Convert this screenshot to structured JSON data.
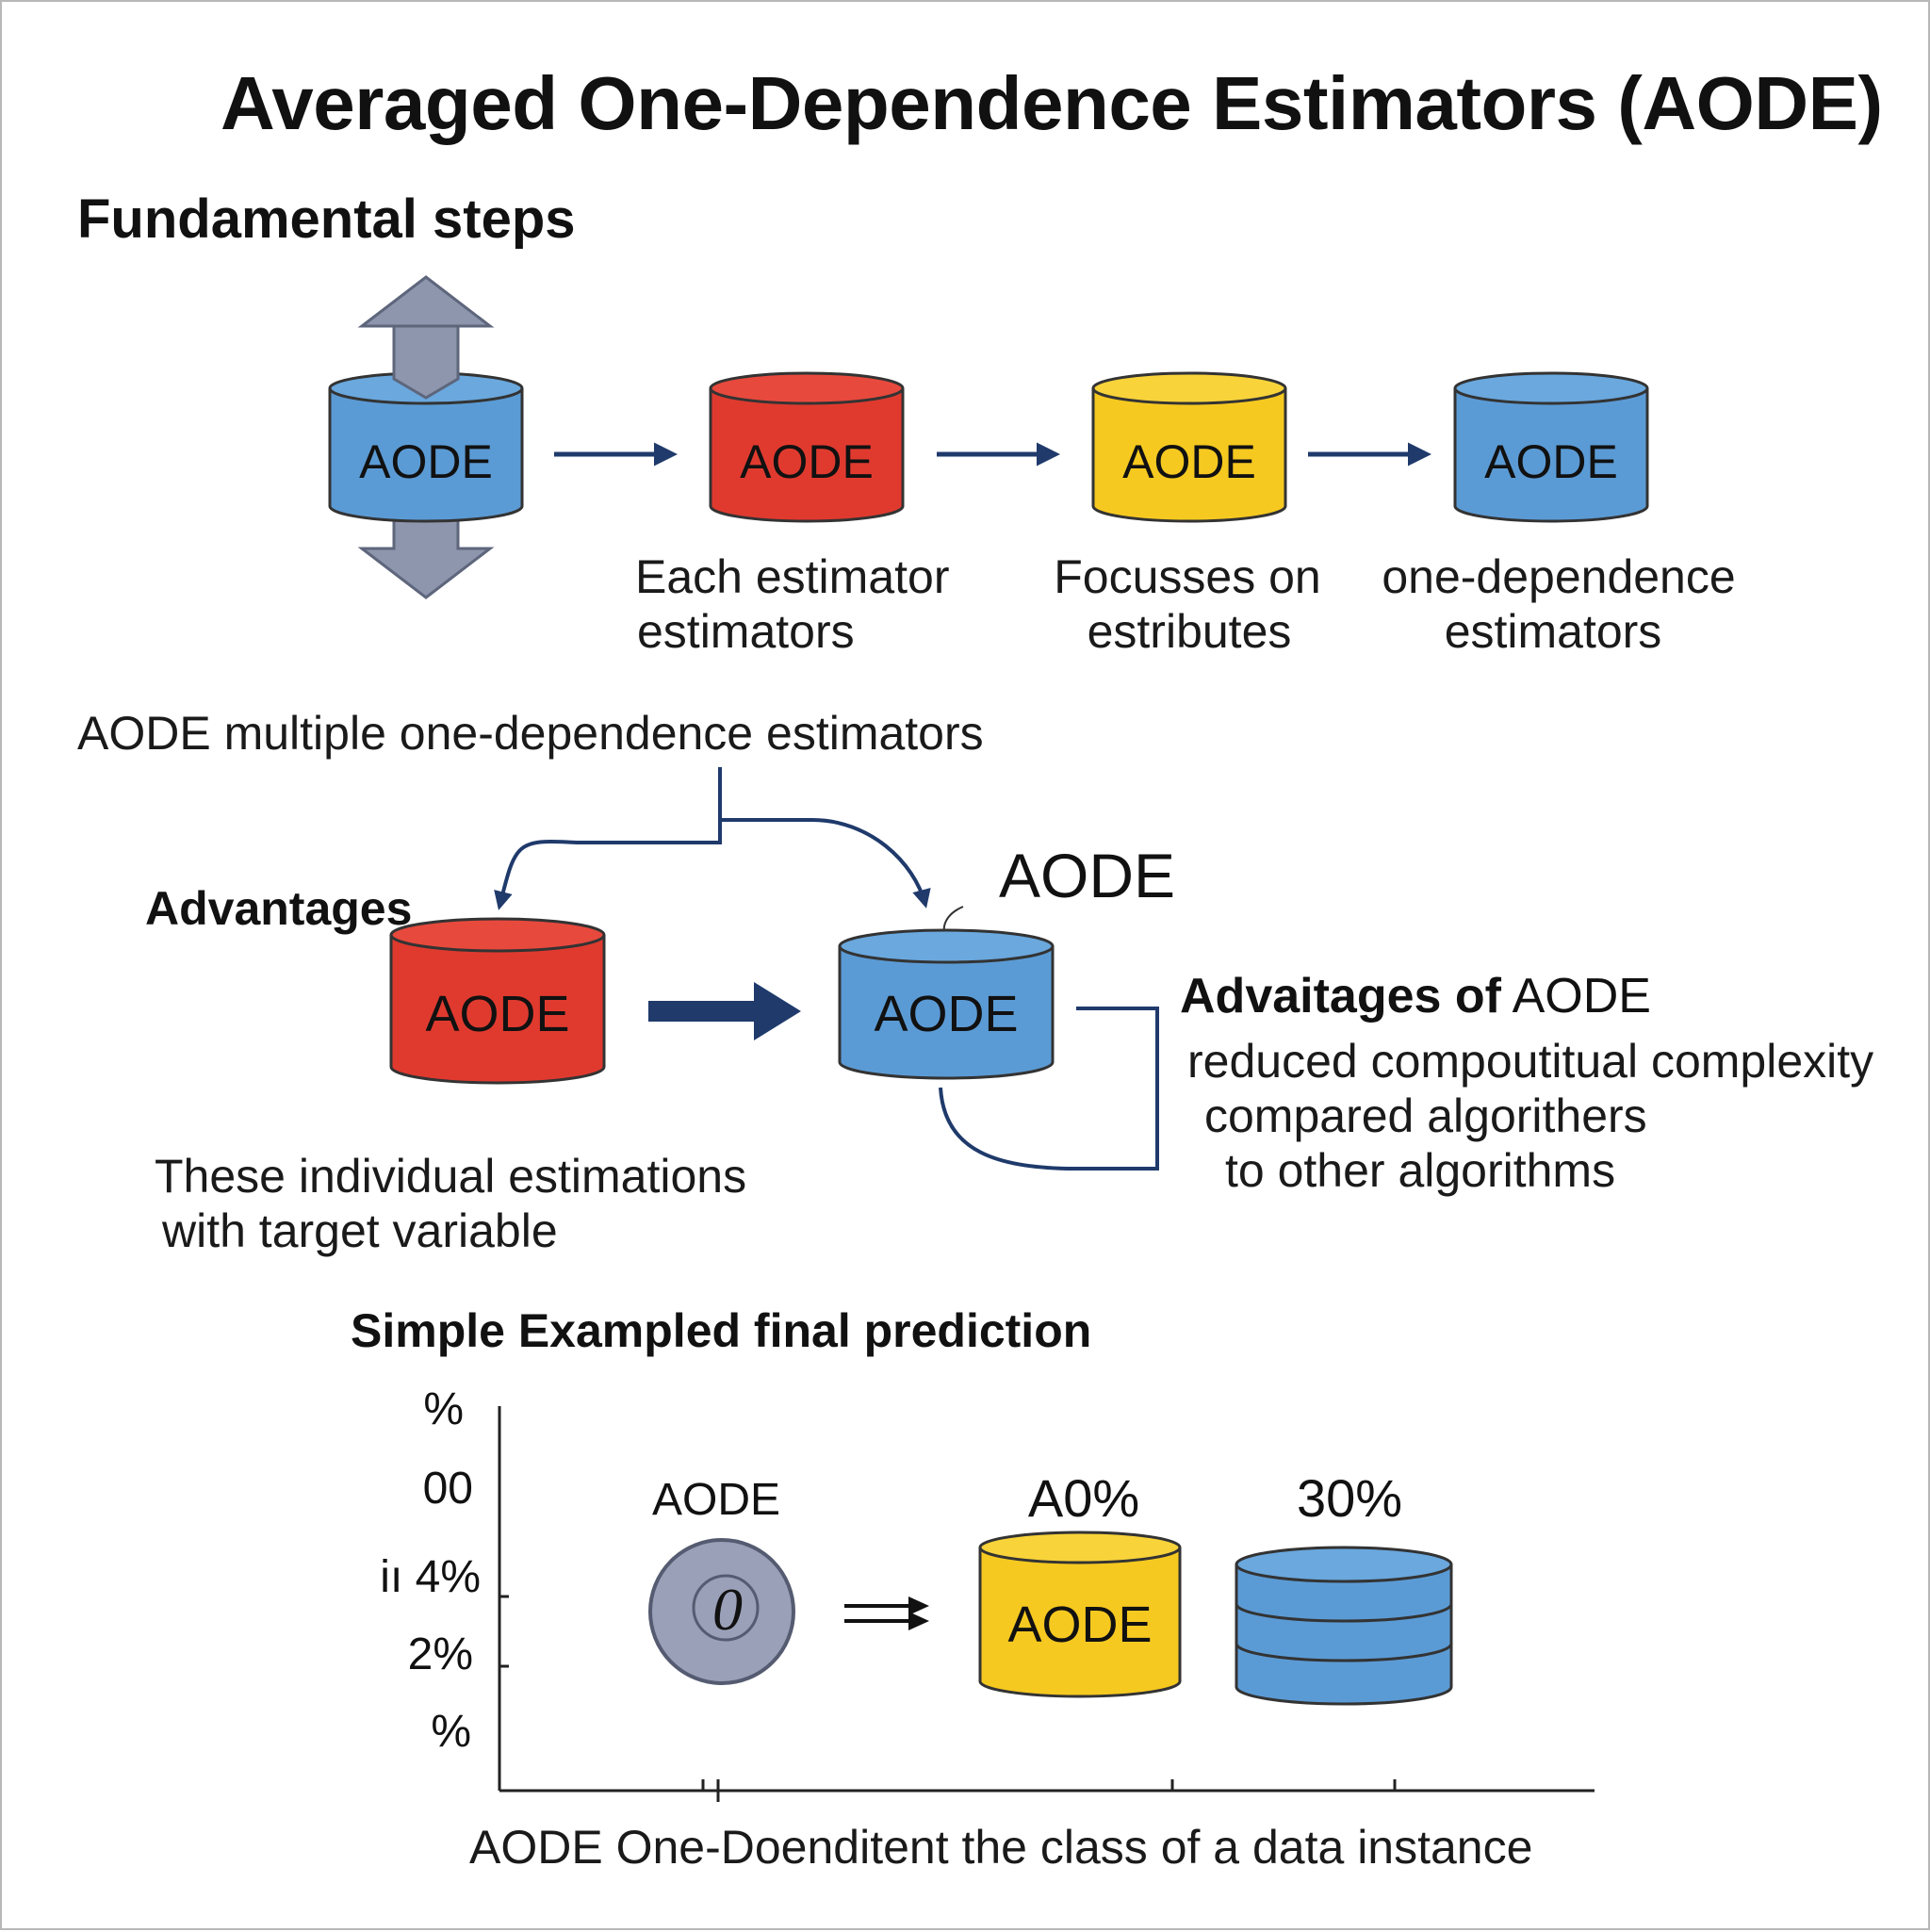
{
  "title": "Averaged One-Dependence Estimators (AODE)",
  "section_fundamental": "Fundamental steps",
  "steps": [
    {
      "label": "AODE",
      "caption_1": "",
      "caption_2": "",
      "color": "#5b9bd5"
    },
    {
      "label": "AODE",
      "caption_1": "Each estimator",
      "caption_2": "estimators",
      "color": "#e03a2f"
    },
    {
      "label": "AODE",
      "caption_1": "Focusses on",
      "caption_2": "estributes",
      "color": "#f6c920"
    },
    {
      "label": "AODE",
      "caption_1": "one-dependence",
      "caption_2": "estimators",
      "color": "#5b9bd5"
    }
  ],
  "middle_caption": "AODE multiple one-dependence estimators",
  "advantages_heading": "Advantages",
  "advantages_left_cylinder": {
    "label": "AODE",
    "color": "#e03a2f"
  },
  "advantages_right_cylinder": {
    "label": "AODE",
    "color": "#5b9bd5"
  },
  "advantages_callout_label": "AODE",
  "advantages_note_1": "These individual estimations",
  "advantages_note_2": "with  target variable",
  "advaitages_heading_bold": "Advaitages of",
  "advaitages_heading_rest": " AODE",
  "advaitages_lines": [
    "reduced compoutitual complexity",
    "compared algorithers",
    "to other algorithms"
  ],
  "example_heading": "Simple Exampled final prediction",
  "example_axis_ticks": [
    "%",
    "00",
    "iı 4%",
    "2%",
    "%"
  ],
  "example_circle_label": "AODE",
  "example_circle_glyph": "0",
  "example_yellow": {
    "top_label": "A0%",
    "inner_label": "AODE",
    "color": "#f6c920"
  },
  "example_blue": {
    "top_label": "30%",
    "color": "#5b9bd5"
  },
  "example_xlabel": "AODE One-Doenditent the class of a data instance",
  "colors": {
    "arrow": "#1f3a6b",
    "outline": "#333333",
    "gray_arrow": "#8e96ad",
    "circle": "#9aa0b8"
  }
}
